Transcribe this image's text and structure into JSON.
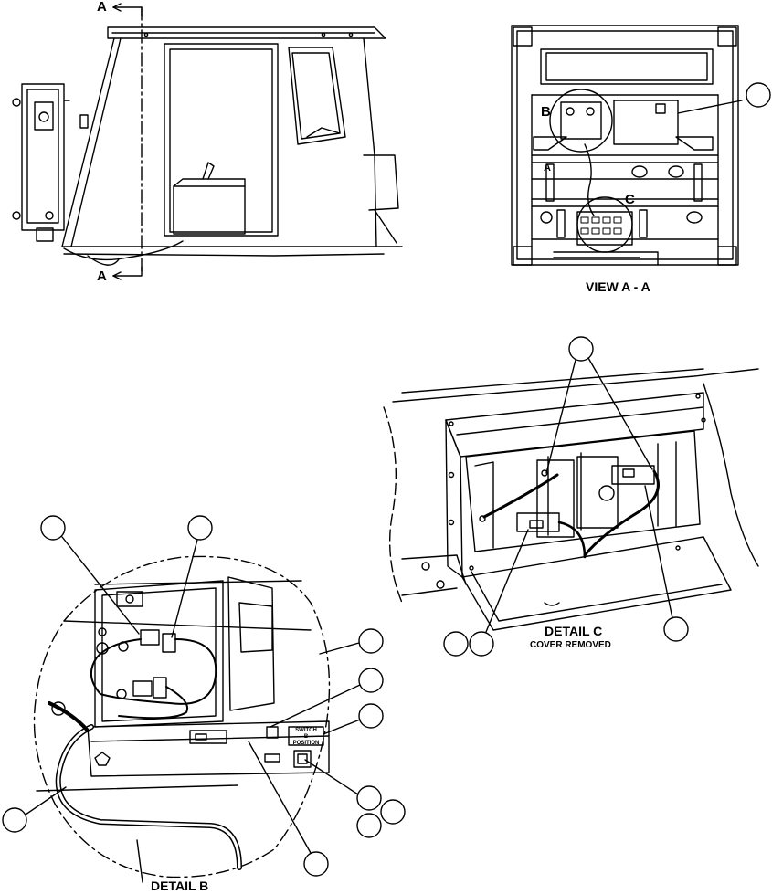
{
  "section_markers": {
    "top": "A",
    "bottom": "A"
  },
  "view_a": {
    "caption": "VIEW A - A",
    "letter_b": "B",
    "letter_a": "A",
    "letter_c": "C"
  },
  "detail_c": {
    "caption": "DETAIL C",
    "subcaption": "COVER REMOVED"
  },
  "detail_b": {
    "caption": "DETAIL B",
    "switch_tag_lines": [
      "SWITCH",
      "B",
      "POSITION"
    ]
  }
}
